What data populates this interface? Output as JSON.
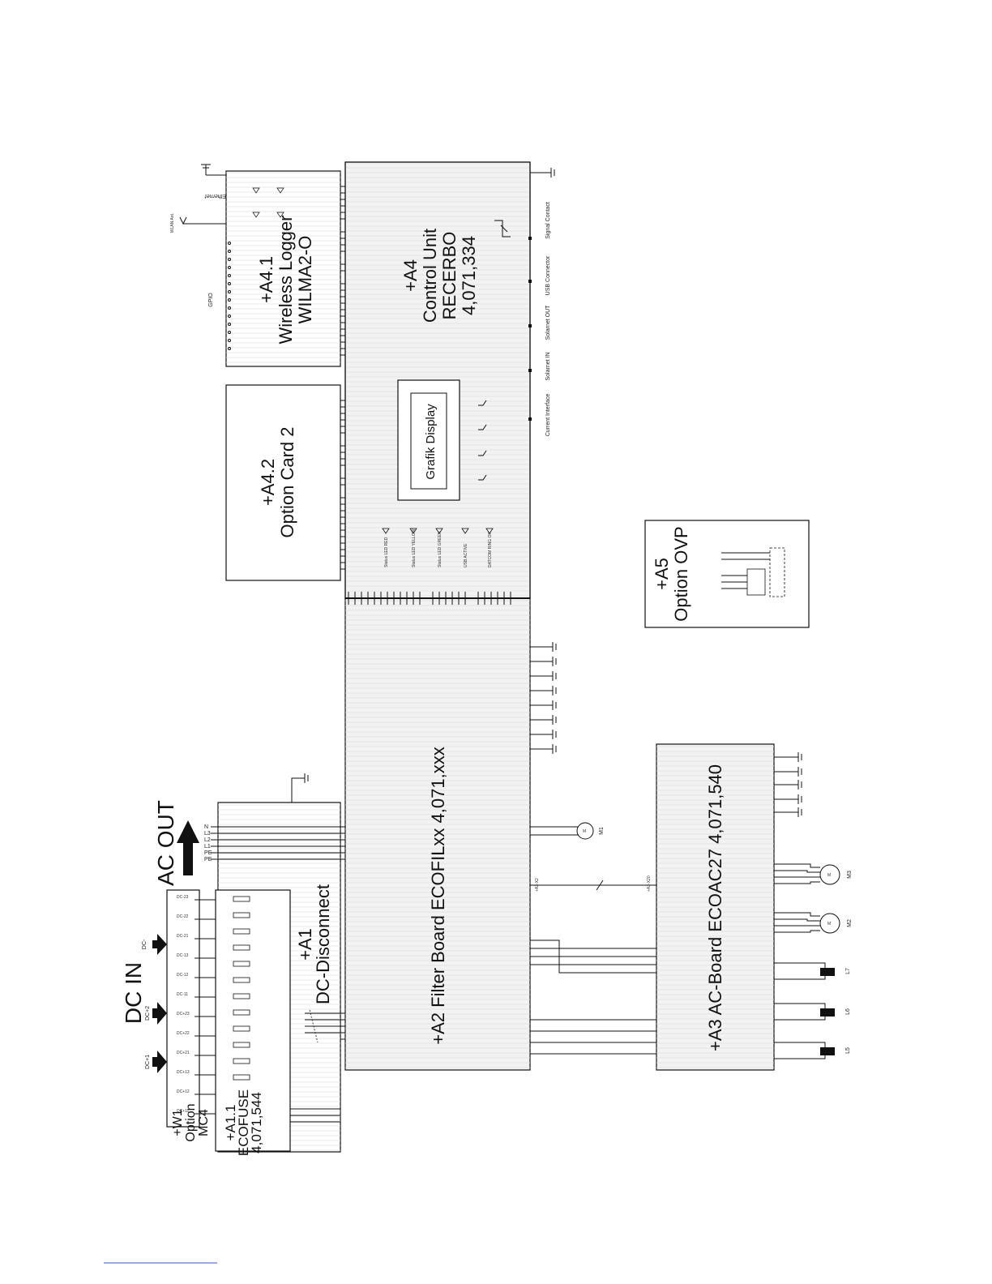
{
  "a4": {
    "l1": "+A4",
    "l2": "Control Unit",
    "l3": "RECERBO",
    "l4": "4,071,334"
  },
  "a41": {
    "l1": "+A4.1",
    "l2": "Wireless Logger",
    "l3": "WILMA2-O"
  },
  "a42": {
    "l1": "+A4.2",
    "l2": "Option Card 2"
  },
  "a2": {
    "label": "+A2   Filter Board   ECOFILxx   4,071,xxx"
  },
  "a3": {
    "label": "+A3   AC-Board   ECOAC27   4,071,540"
  },
  "a5": {
    "l1": "+A5",
    "l2": "Option OVP"
  },
  "a1": {
    "l1": "+A1",
    "l2": "DC-Disconnect"
  },
  "a11": {
    "l1": "+A1.1",
    "l2": "ECOFUSE",
    "l3": "4,071,544"
  },
  "w1": {
    "l1": "+W1",
    "l2": "Option",
    "l3": "MC4"
  },
  "display": {
    "label": "Grafik Display"
  },
  "headers": {
    "ac_out": "AC OUT",
    "dc_in": "DC IN",
    "dc_minus": "DC-",
    "dc_plus1": "DC+1",
    "dc_plus2": "DC+2"
  },
  "connectors": {
    "gpio": "GPIO",
    "ethernet": "Ethernet",
    "wlan": "WLAN Ant.",
    "signal_contact": "Signal Contact",
    "usb_connector": "USB Connector",
    "solarnet_out": "Solarnet OUT",
    "solarnet_in": "Solarnet IN",
    "current_interface": "Current Interface",
    "status_led_red": "Status LED RED",
    "status_led_yellow": "Status LED YELLOW",
    "status_led_green": "Status LED GREEN",
    "usb_active": "USB ACTIVE",
    "datcom": "DATCOM RING OK",
    "m1": "M1",
    "m2": "M2",
    "m3": "M3",
    "l5": "L5",
    "l6": "L6",
    "l7": "L7",
    "a2x2": "+A2-X2",
    "a3x20": "+A3-X20"
  },
  "ac_out_pins": [
    "N",
    "L3",
    "L2",
    "L1",
    "PE",
    "PE"
  ],
  "dc_pins": [
    "DC-23",
    "DC-22",
    "DC-21",
    "DC-13",
    "DC-12",
    "DC-11",
    "DC+23",
    "DC+22",
    "DC+21",
    "DC+13",
    "DC+12",
    "DC+11"
  ]
}
